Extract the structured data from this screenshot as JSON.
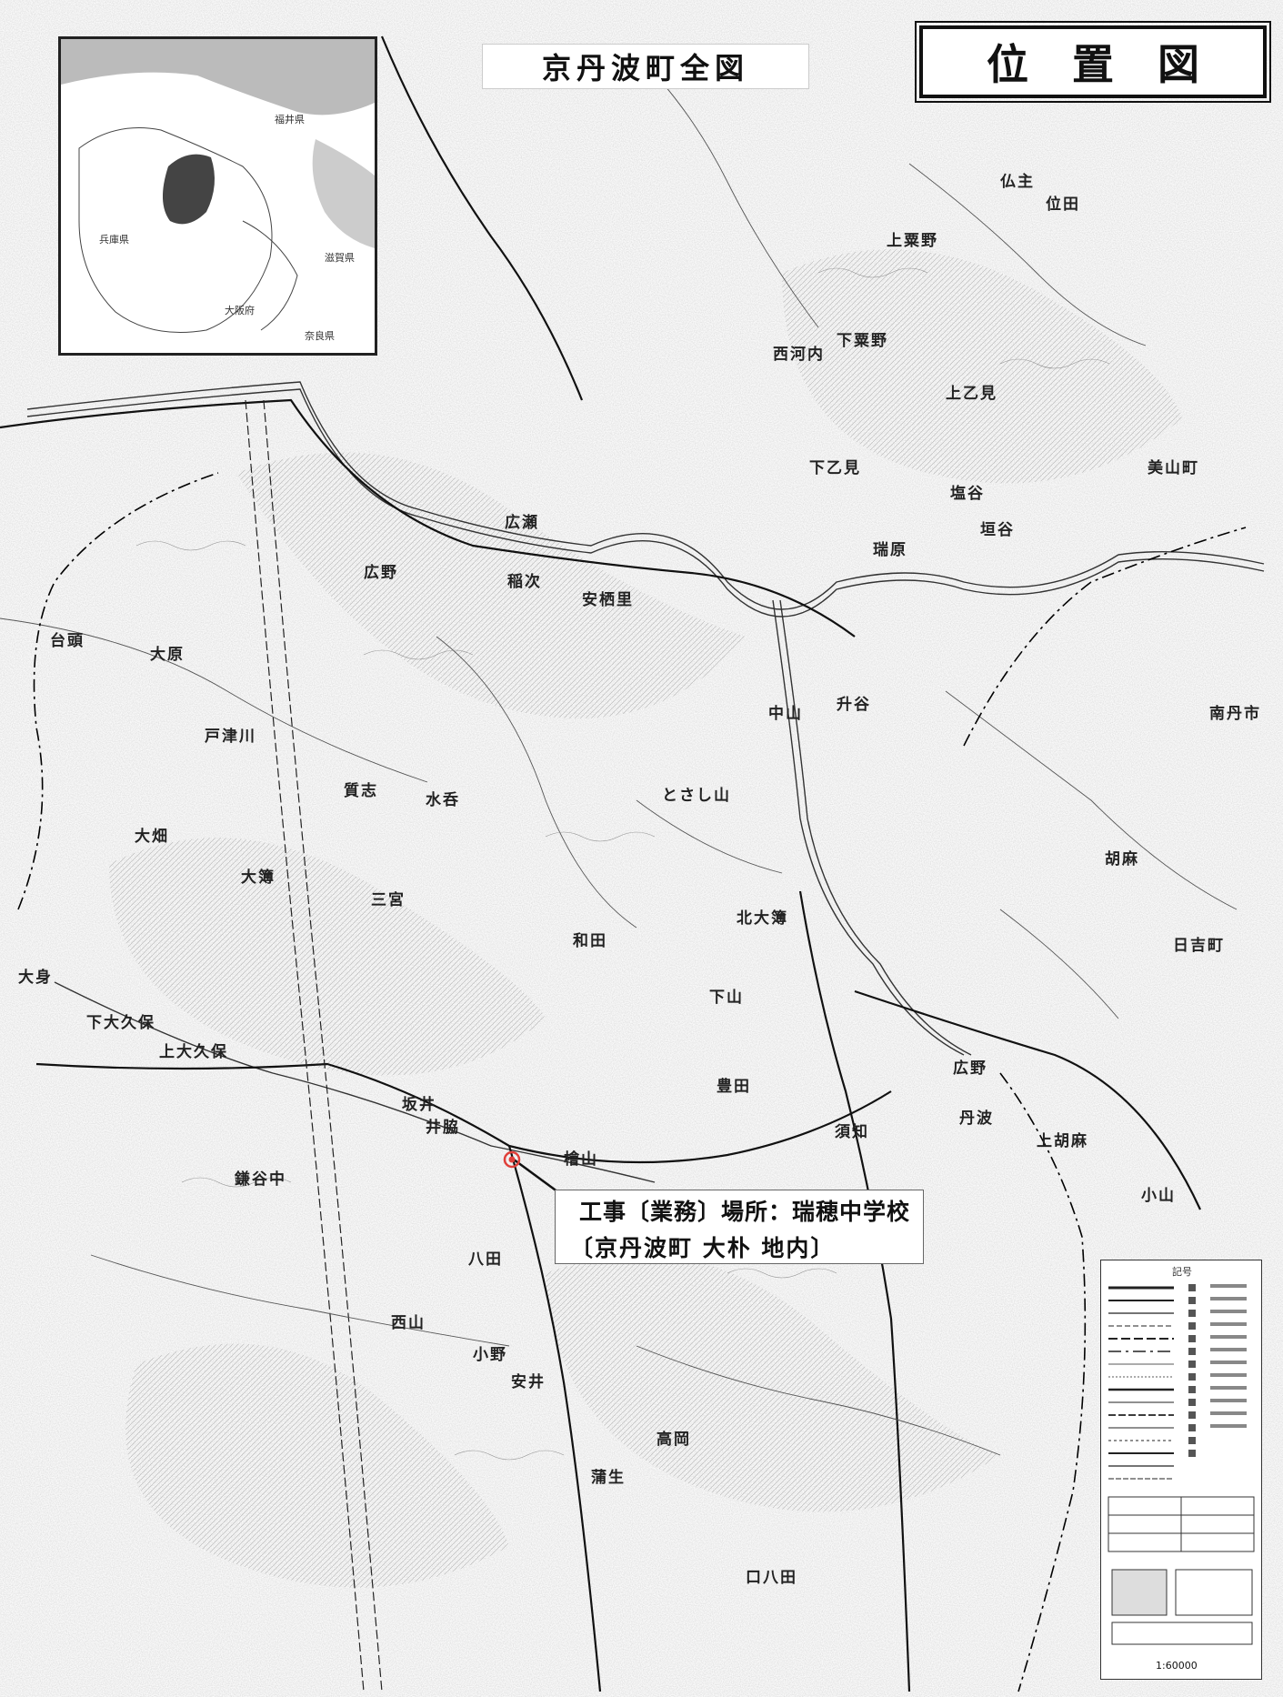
{
  "title": "位置図",
  "subtitle": "京丹波町全図",
  "site": {
    "line1": "工事〔業務〕場所：瑞穂中学校",
    "line2": "〔京丹波町 大朴 地内〕",
    "marker_color": "#e0403a"
  },
  "inset": {
    "labels": [
      "福井県",
      "兵庫県",
      "滋賀県",
      "大阪府",
      "奈良県"
    ]
  },
  "place_labels": [
    "位田",
    "上粟野",
    "西河内",
    "下粟野",
    "上乙見",
    "下乙見",
    "広瀬",
    "稲次",
    "安栖里",
    "大原",
    "戸津川",
    "質志",
    "水呑",
    "とさし山",
    "北大簿",
    "豊田",
    "須知",
    "丹波",
    "小野",
    "安井",
    "高岡",
    "蒲生",
    "鎌谷中",
    "下大久保",
    "上大久保",
    "井脇",
    "八田",
    "西山",
    "口八田",
    "南丹市",
    "三宮",
    "広野",
    "和田",
    "垣谷",
    "升谷",
    "瑞原",
    "上胡麻",
    "胡麻",
    "日吉町",
    "美山町",
    "檜山",
    "大身",
    "台頭",
    "塩谷",
    "仏主",
    "中山",
    "坂井",
    "下山",
    "広野",
    "小山",
    "大簿",
    "大畑"
  ],
  "legend": {
    "heading": "記号",
    "scale": "1:60000"
  },
  "colors": {
    "marker": "#e0403a",
    "line": "#222222"
  }
}
